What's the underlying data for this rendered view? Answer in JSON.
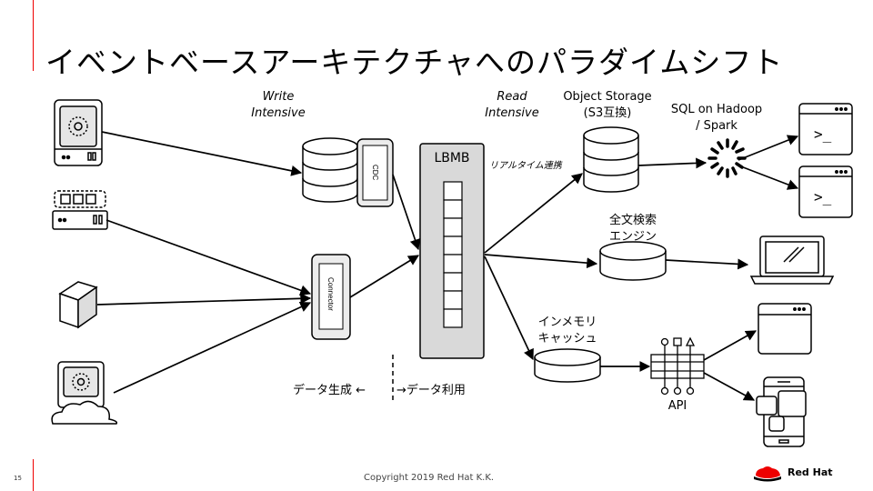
{
  "title": "イベントベースアーキテクチャへのパラダイムシフト",
  "labels": {
    "write_intensive": [
      "Write",
      "Intensive"
    ],
    "read_intensive": [
      "Read",
      "Intensive"
    ],
    "object_storage": [
      "Object Storage",
      "(S3互換)"
    ],
    "sql_on_hadoop": [
      "SQL on Hadoop",
      "/ Spark"
    ],
    "fulltext_search": [
      "全文検索",
      "エンジン"
    ],
    "in_memory_cache": [
      "インメモリ",
      "キャッシュ"
    ],
    "realtime_link": "リアルタイム連携",
    "lbmb": "LBMB",
    "cdc": "CDC",
    "connector": "Connector",
    "api": "API",
    "data_generation": "データ生成 ←",
    "data_usage": "→データ利用",
    "terminal_prompt": ">_"
  },
  "footer": {
    "copyright": "Copyright 2019 Red Hat K.K.",
    "page_number": "15",
    "brand": "Red Hat"
  },
  "icons": [
    "server-rack-icon",
    "network-switch-icon",
    "box-server-icon",
    "cloud-server-icon",
    "database-icon",
    "message-broker-icon",
    "hadoop-spinner-icon",
    "terminal-icon",
    "laptop-icon",
    "browser-window-icon",
    "mobile-app-icon",
    "api-gateway-icon",
    "red-hat-logo-icon"
  ],
  "colors": {
    "accent": "#e00000",
    "broker_fill": "#d9d9d9",
    "box_fill": "#ececec"
  }
}
